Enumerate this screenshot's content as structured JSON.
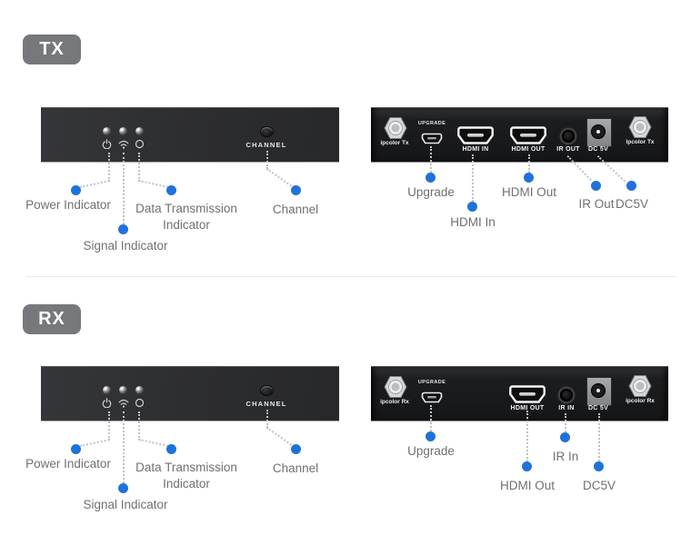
{
  "tx": {
    "badge": "TX",
    "front": {
      "channel": "CHANNEL"
    },
    "rear": {
      "antenna_left": "ipcolor Tx",
      "upgrade": "UPGRADE",
      "hdmi_in": "HDMI IN",
      "hdmi_out": "HDMI OUT",
      "ir": "IR OUT",
      "dc": "DC 5V",
      "antenna_right": "ipcolor Tx"
    },
    "callouts": {
      "power": "Power Indicator",
      "signal": "Signal Indicator",
      "data": "Data Transmission Indicator",
      "channel": "Channel",
      "upgrade": "Upgrade",
      "hdmi_in": "HDMI In",
      "hdmi_out": "HDMI Out",
      "ir": "IR Out",
      "dc": "DC5V"
    }
  },
  "rx": {
    "badge": "RX",
    "front": {
      "channel": "CHANNEL"
    },
    "rear": {
      "antenna_left": "ipcolor Rx",
      "upgrade": "UPGRADE",
      "hdmi_out": "HDMI OUT",
      "ir": "IR IN",
      "dc": "DC 5V",
      "antenna_right": "ipcolor Rx"
    },
    "callouts": {
      "power": "Power Indicator",
      "signal": "Signal Indicator",
      "data": "Data Transmission Indicator",
      "channel": "Channel",
      "upgrade": "Upgrade",
      "hdmi_out": "HDMI Out",
      "ir": "IR In",
      "dc": "DC5V"
    }
  },
  "colors": {
    "accent_blue": "#1f72da",
    "label_gray": "#6f7072",
    "badge_gray": "#77787b",
    "panel_dark": "#232427"
  },
  "icons": {
    "power": "power-icon",
    "signal": "wifi-icon",
    "data": "ring-icon",
    "channel_button": "channel-button",
    "antenna": "antenna-connector",
    "usb": "micro-usb-port",
    "hdmi": "hdmi-port",
    "ir": "ir-jack",
    "dc": "dc-power-jack"
  }
}
